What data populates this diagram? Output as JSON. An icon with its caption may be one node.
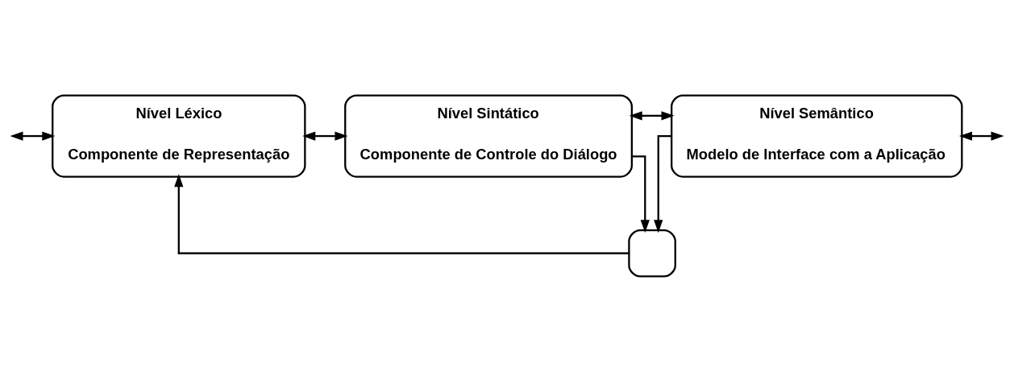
{
  "diagram": {
    "nodes": [
      {
        "text": [
          "Nível Léxico",
          "Componente de Representação"
        ]
      },
      {
        "text": [
          "Nível Sintático",
          "Componente de Controle do Diálogo"
        ]
      },
      {
        "text": [
          "Nível Semântico",
          "Modelo de Interface com a Aplicação"
        ]
      },
      {
        "text": [],
        "shape": "box"
      }
    ],
    "edges": [
      {
        "from": null,
        "to": 0,
        "arrow": "both"
      },
      {
        "from": 0,
        "to": 1,
        "arrow": "both"
      },
      {
        "from": 1,
        "to": 2,
        "arrow": "both"
      },
      {
        "from": 2,
        "to": null,
        "arrow": "both"
      },
      {
        "from": 1,
        "to": 3,
        "arrow": "to"
      },
      {
        "from": 2,
        "to": 3,
        "arrow": "to"
      },
      {
        "from": 3,
        "to": 0,
        "arrow": "to"
      }
    ]
  }
}
